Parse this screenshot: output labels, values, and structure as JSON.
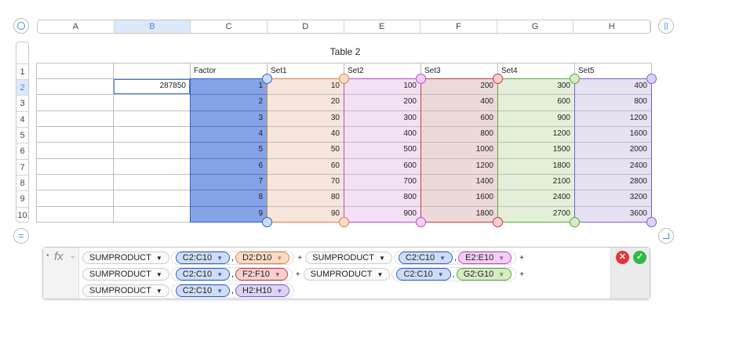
{
  "columns": [
    "A",
    "B",
    "C",
    "D",
    "E",
    "F",
    "G",
    "H"
  ],
  "selected_column": "B",
  "rows": [
    "1",
    "2",
    "3",
    "4",
    "5",
    "6",
    "7",
    "8",
    "9",
    "10"
  ],
  "selected_row": "2",
  "table_title": "Table 2",
  "headers": [
    "",
    "",
    "Factor",
    "Set1",
    "Set2",
    "Set3",
    "Set4",
    "Set5"
  ],
  "result_cell": "287850",
  "data": [
    [
      "1",
      "10",
      "100",
      "200",
      "300",
      "400"
    ],
    [
      "2",
      "20",
      "200",
      "400",
      "600",
      "800"
    ],
    [
      "3",
      "30",
      "300",
      "600",
      "900",
      "1200"
    ],
    [
      "4",
      "40",
      "400",
      "800",
      "1200",
      "1600"
    ],
    [
      "5",
      "50",
      "500",
      "1000",
      "1500",
      "2000"
    ],
    [
      "6",
      "60",
      "600",
      "1200",
      "1800",
      "2400"
    ],
    [
      "7",
      "70",
      "700",
      "1400",
      "2100",
      "2800"
    ],
    [
      "8",
      "80",
      "800",
      "1600",
      "2400",
      "3200"
    ],
    [
      "9",
      "90",
      "900",
      "1800",
      "2700",
      "3600"
    ]
  ],
  "colors": {
    "C": {
      "fill": "#86a3e6",
      "border": "#2e5fd1",
      "token": "#cfdcf3"
    },
    "D": {
      "fill": "#f5e5da",
      "border": "#d9804a",
      "token": "#f8dcc6"
    },
    "E": {
      "fill": "#f3e0f4",
      "border": "#b94cc4",
      "token": "#f0d0f2"
    },
    "F": {
      "fill": "#edd9d9",
      "border": "#c63c3c",
      "token": "#f5d0d0"
    },
    "G": {
      "fill": "#e4efda",
      "border": "#5aa63b",
      "token": "#d7ebc8"
    },
    "H": {
      "fill": "#e7e1f4",
      "border": "#7a5ed0",
      "token": "#ddd4f4"
    }
  },
  "formula": {
    "fx_label": "fx",
    "lines": [
      [
        {
          "fn": "SUMPRODUCT",
          "a": "C2:C10",
          "ac": "C",
          "b": "D2:D10",
          "bc": "D",
          "plus": "+"
        },
        {
          "fn": "SUMPRODUCT",
          "a": "C2:C10",
          "ac": "C",
          "b": "E2:E10",
          "bc": "E",
          "plus": "+"
        }
      ],
      [
        {
          "fn": "SUMPRODUCT",
          "a": "C2:C10",
          "ac": "C",
          "b": "F2:F10",
          "bc": "F",
          "plus": "+"
        },
        {
          "fn": "SUMPRODUCT",
          "a": "C2:C10",
          "ac": "C",
          "b": "G2:G10",
          "bc": "G",
          "plus": "+"
        }
      ],
      [
        {
          "fn": "SUMPRODUCT",
          "a": "C2:C10",
          "ac": "C",
          "b": "H2:H10",
          "bc": "H",
          "plus": ""
        }
      ]
    ],
    "comma": ","
  }
}
